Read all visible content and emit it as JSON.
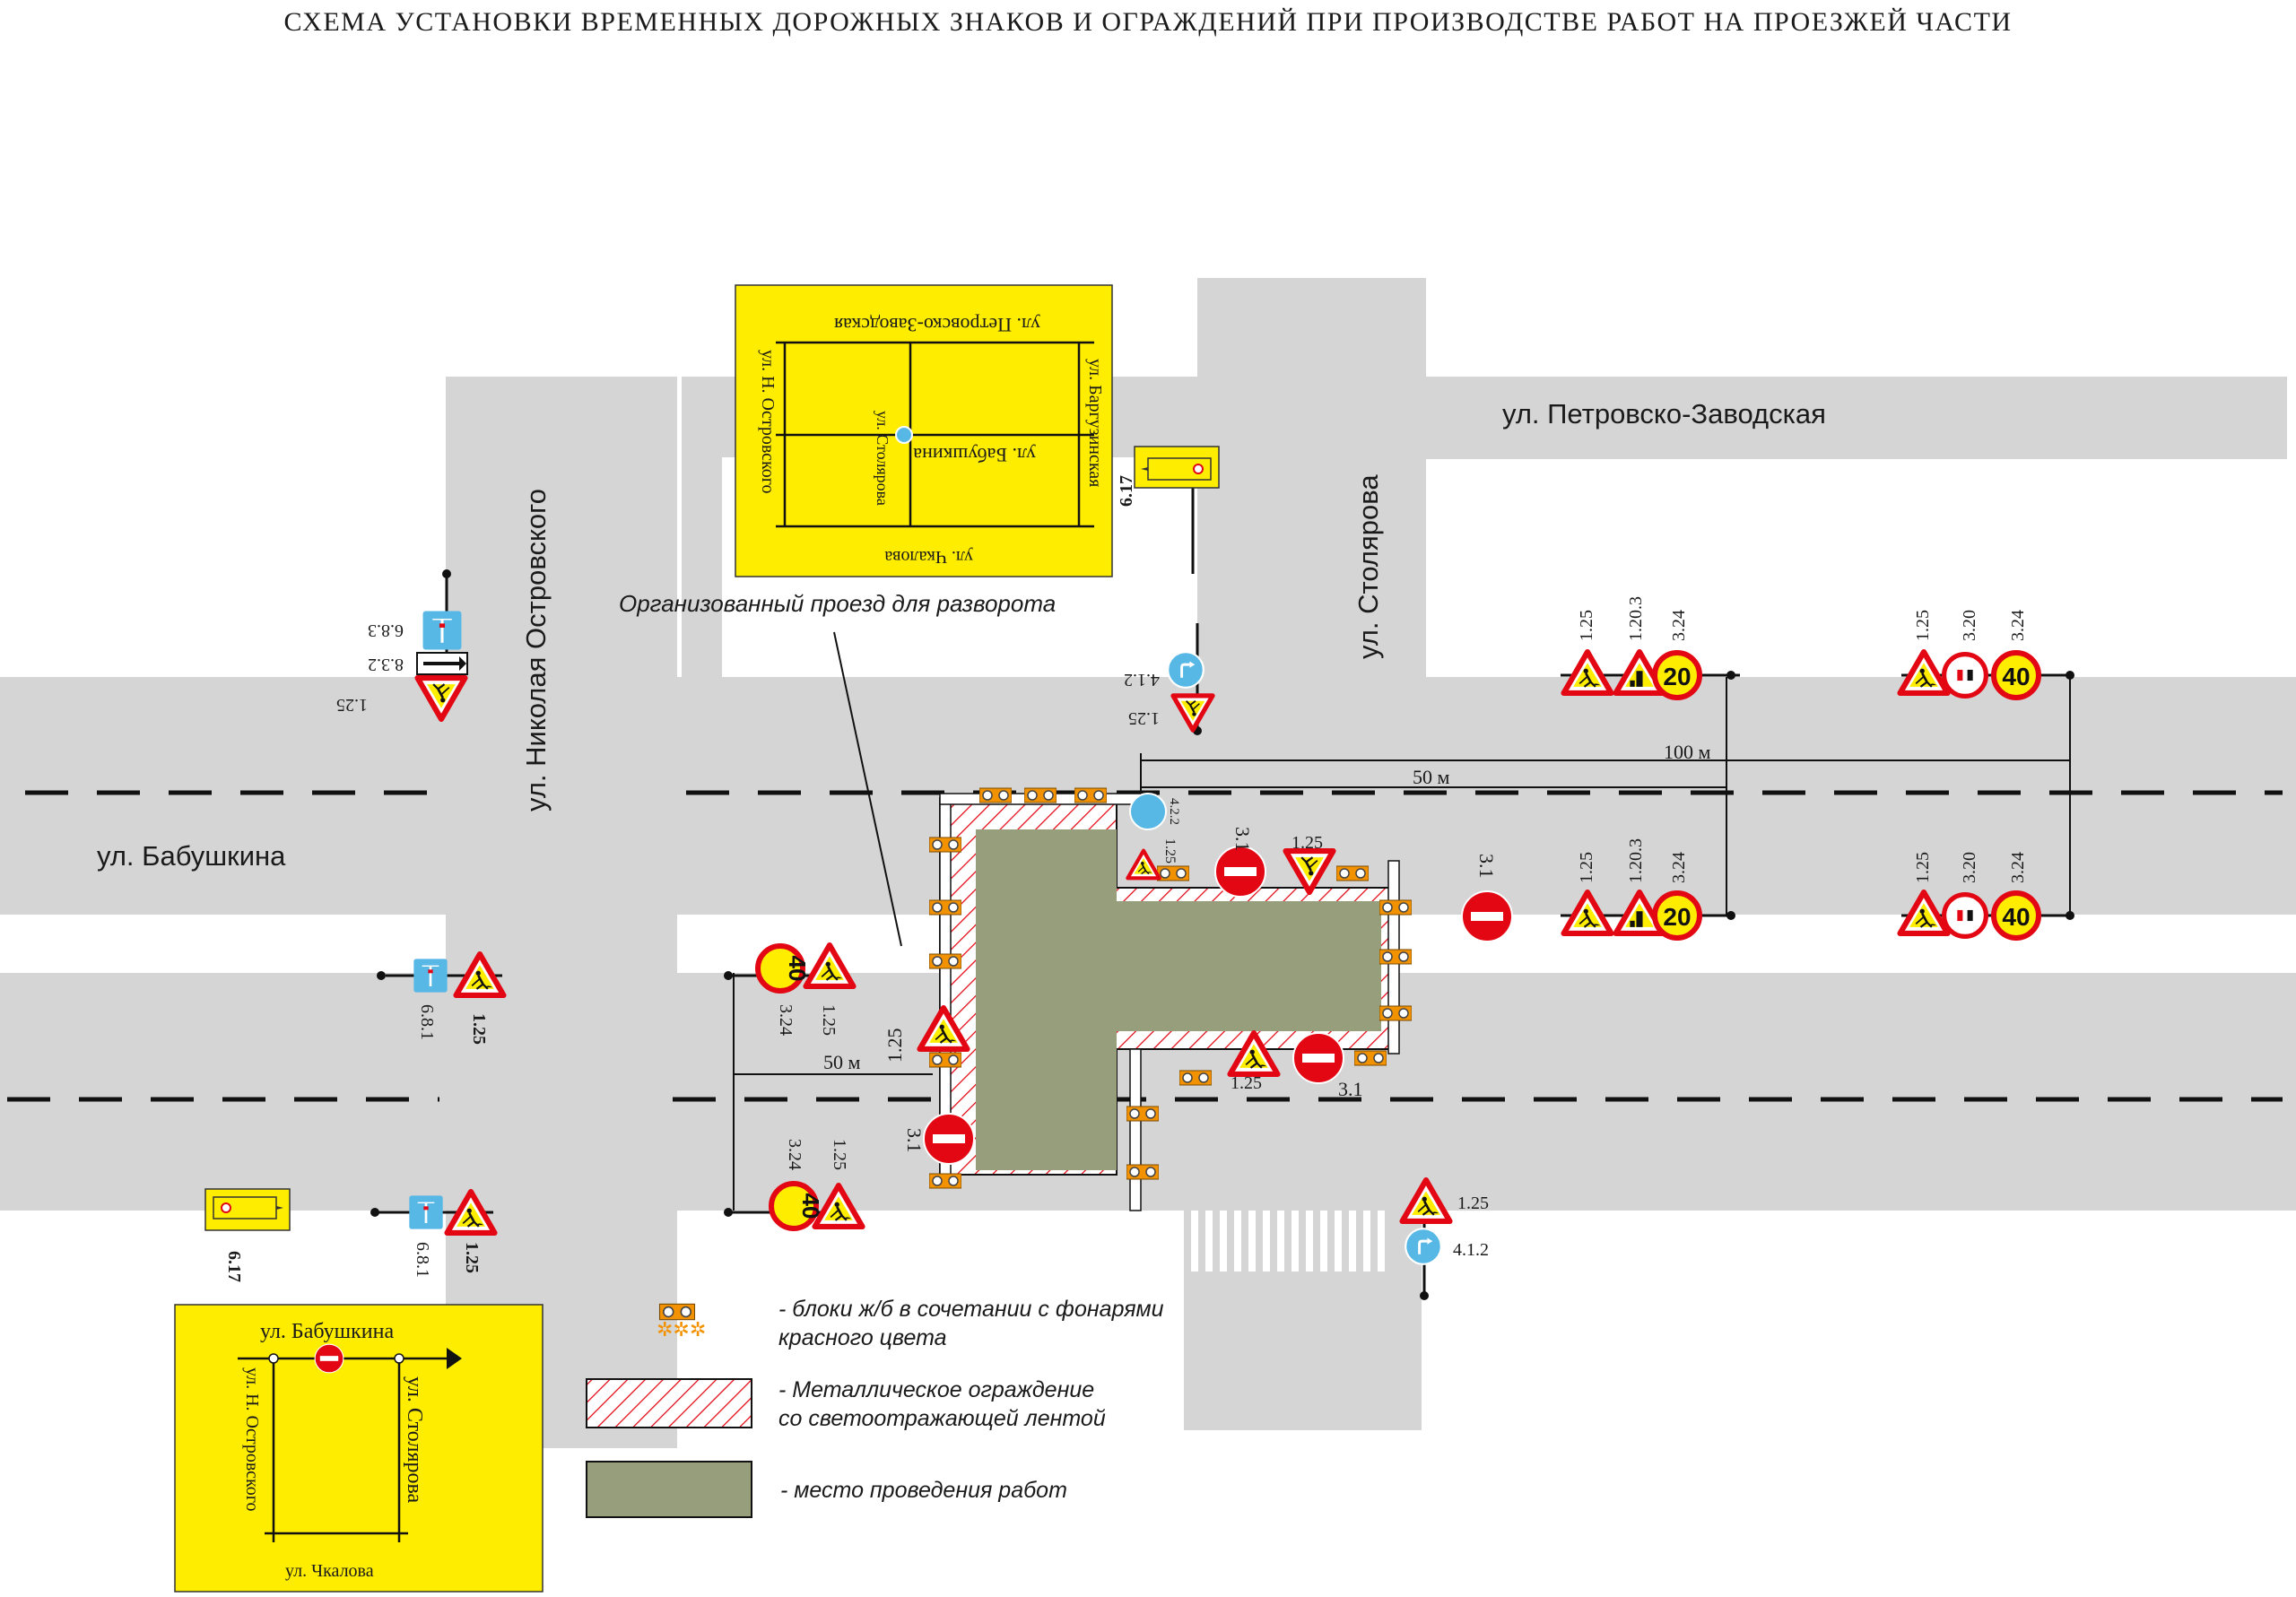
{
  "title": "СХЕМА УСТАНОВКИ ВРЕМЕННЫХ ДОРОЖНЫХ ЗНАКОВ И ОГРАЖДЕНИЙ ПРИ ПРОИЗВОДСТВЕ РАБОТ НА ПРОЕЗЖЕЙ ЧАСТИ",
  "streets": {
    "babushkina": "ул. Бабушкина",
    "ostrovskogo": "ул. Николая Островского",
    "stolyarova": "ул. Столярова",
    "petrovsko": "ул. Петровско-Заводская"
  },
  "annotation_turnaround": "Организованный проезд для разворота",
  "distances": {
    "d50": "50 м",
    "d100": "100 м"
  },
  "sign_codes": {
    "s125": "1.25",
    "s1203": "1.20.3",
    "s324": "3.24",
    "s320": "3.20",
    "s31": "3.1",
    "s412": "4.1.2",
    "s422": "4.2.2",
    "s617": "6.17",
    "s681": "6.8.1",
    "s683": "6.8.3",
    "s832": "8.3.2"
  },
  "sign_values": {
    "v20": "20",
    "v40": "40"
  },
  "detour_map_top": {
    "petrovsko": "ул. Петровско-Заводская",
    "barguzinskaya": "ул. Баргузинская",
    "ostrovskogo": "ул. Н. Островского",
    "babushkina": "ул. Бабушкина",
    "stolyarova": "ул. Столярова",
    "chkalova": "ул. Чкалова"
  },
  "detour_map_bottom": {
    "babushkina": "ул. Бабушкина",
    "ostrovskogo": "ул. Н. Островского",
    "stolyarova": "ул. Столярова",
    "chkalova": "ул. Чкалова"
  },
  "legend": {
    "blocks_line1": "- блоки ж/б в сочетании с фонарями",
    "blocks_line2": "красного цвета",
    "fence_line1": "- Металлическое ограждение",
    "fence_line2": "со светоотражающей лентой",
    "work_area": "- место проведения работ"
  },
  "colors": {
    "road": "#d5d5d5",
    "work_area": "#969e7c",
    "yellow": "#ffed00",
    "sign_red": "#e30613",
    "sign_blue": "#57b8e6",
    "barrier_orange": "#f39200"
  }
}
